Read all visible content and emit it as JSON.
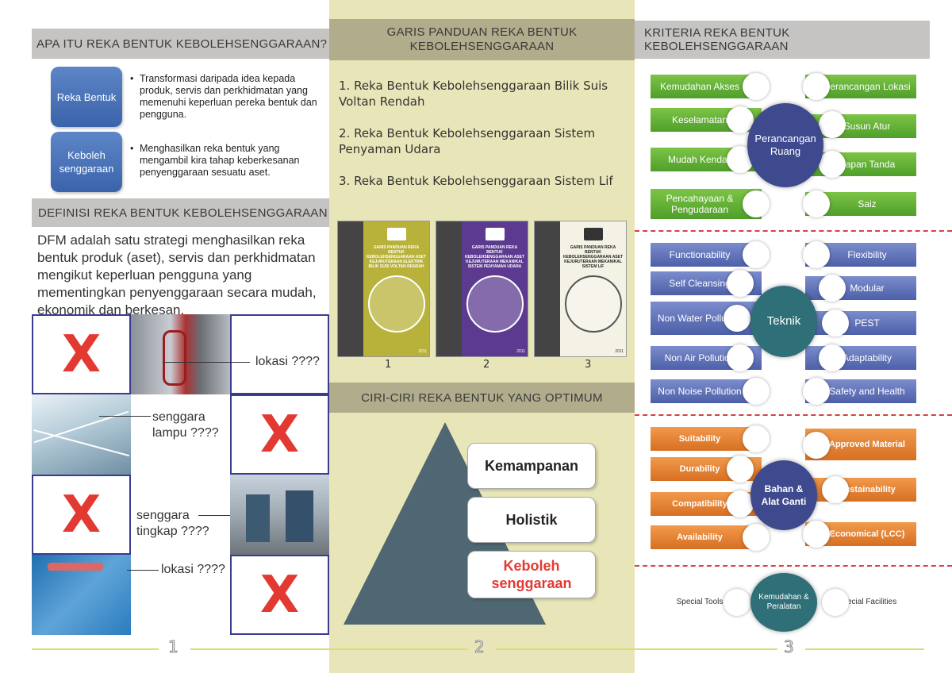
{
  "panel1": {
    "header1": "APA ITU REKA BENTUK KEBOLEHSENGGARAAN?",
    "terms": [
      {
        "label": "Reka Bentuk",
        "desc": "Transformasi daripada idea kepada produk, servis dan perkhidmatan yang memenuhi keperluan pereka bentuk dan pengguna."
      },
      {
        "label": "Keboleh senggaraan",
        "desc": "Menghasilkan reka bentuk yang mengambil kira tahap keberkesanan penyenggaraan sesuatu aset."
      }
    ],
    "header2": "DEFINISI REKA BENTUK KEBOLEHSENGGARAAN",
    "definition": "DFM adalah satu strategi menghasilkan reka bentuk produk (aset), servis dan perkhidmatan mengikut keperluan pengguna yang mementingkan penyenggaraan secara mudah, ekonomik dan berkesan.",
    "x_mark": "X",
    "callouts": [
      "lokasi ????",
      "senggara lampu ????",
      "senggara tingkap ????",
      "lokasi ????"
    ],
    "page": "1"
  },
  "panel2": {
    "header1": "GARIS PANDUAN REKA BENTUK KEBOLEHSENGGARAAN",
    "guides": [
      "1. Reka Bentuk Kebolehsenggaraan Bilik Suis Voltan Rendah",
      "2. Reka Bentuk Kebolehsenggaraan Sistem Penyaman Udara",
      "3. Reka Bentuk Kebolehsenggaraan Sistem Lif"
    ],
    "covers": [
      {
        "num": "1",
        "title": "GARIS PANDUAN REKA BENTUK KEBOLEHSENGGARAAN ASET KEJURUTERAAN ELEKTRIK BILIK SUIS VOLTAN RENDAH",
        "year": "2011",
        "color": "#b8b23a"
      },
      {
        "num": "2",
        "title": "GARIS PANDUAN REKA BENTUK KEBOLEHSENGGARAAN ASET KEJURUTERAAN MEKANIKAL SISTEM PENYAMAN UDARA",
        "year": "2011",
        "color": "#5b3a8f"
      },
      {
        "num": "3",
        "title": "GARIS PANDUAN REKA BENTUK KEBOLEHSENGGARAAN ASET KEJURUTERAAN MEKANIKAL SISTEM LIF",
        "year": "2011",
        "color": "#f4f2e4"
      }
    ],
    "header2": "CIRI-CIRI REKA BENTUK YANG OPTIMUM",
    "pyramid": [
      "Kemampanan",
      "Holistik",
      "Keboleh senggaraan"
    ],
    "page": "2"
  },
  "panel3": {
    "header": "KRITERIA REKA BENTUK KEBOLEHSENGGARAAN",
    "groups": [
      {
        "hub": "Perancangan Ruang",
        "left": [
          "Kemudahan Akses",
          "Keselamatan",
          "Mudah Kendali",
          "Pencahayaan & Pengudaraan"
        ],
        "right": [
          "Perancangan Lokasi",
          "Susun Atur",
          "Papan Tanda",
          "Saiz"
        ]
      },
      {
        "hub": "Teknik",
        "left": [
          "Functionability",
          "Self Cleansing",
          "Non Water Pollution",
          "Non Air Pollution",
          "Non Noise Pollution"
        ],
        "right": [
          "Flexibility",
          "Modular",
          "PEST",
          "Adaptability",
          "Safety and Health"
        ]
      },
      {
        "hub": "Bahan & Alat Ganti",
        "left": [
          "Suitability",
          "Durability",
          "Compatibility",
          "Availability"
        ],
        "right": [
          "Approved Material",
          "Sustainability",
          "Economical (LCC)"
        ]
      },
      {
        "hub": "Kemudahan & Peralatan",
        "left": [
          "Special Tools"
        ],
        "right": [
          "Special Facilities"
        ]
      }
    ],
    "page": "3"
  }
}
